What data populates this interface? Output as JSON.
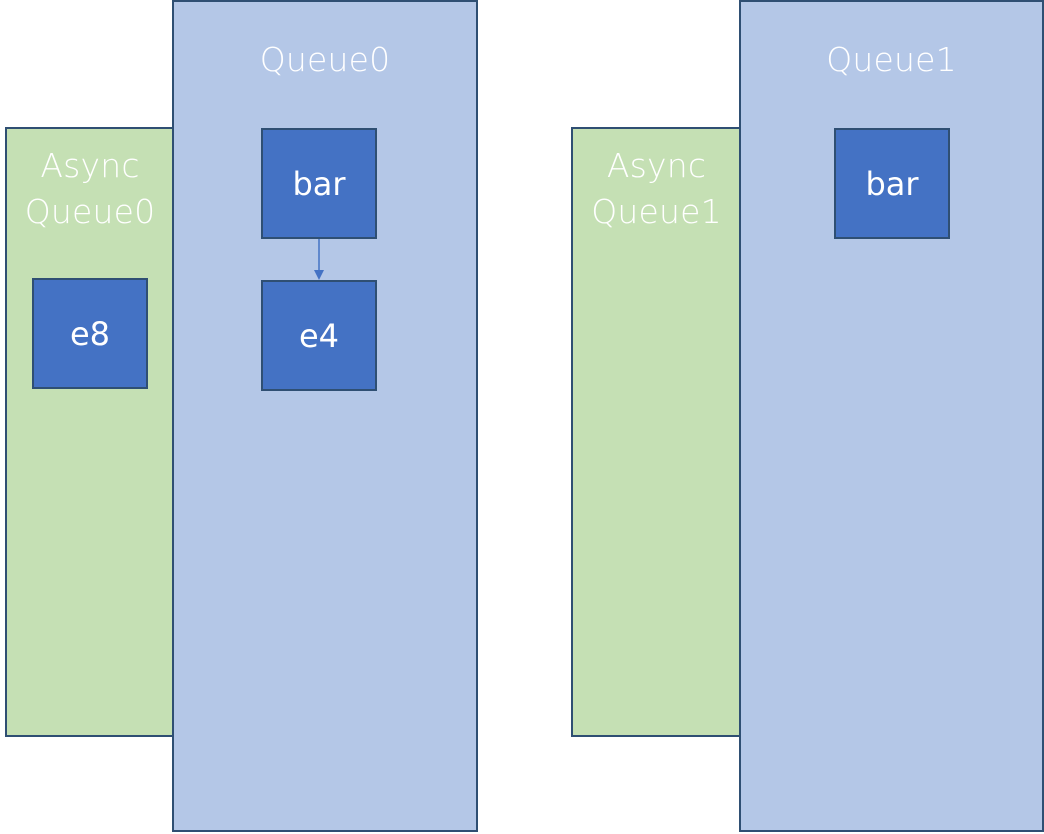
{
  "colors": {
    "async_fill": "#c5e0b4",
    "queue_fill": "#b4c7e7",
    "node_fill": "#4472c4",
    "border": "#2f4f73",
    "arrow": "#4472c4",
    "text": "#ffffff"
  },
  "group0": {
    "async_label": "Async\nQueue0",
    "queue_label": "Queue0",
    "async_nodes": [
      "e8"
    ],
    "queue_nodes": [
      "bar",
      "e4"
    ]
  },
  "group1": {
    "async_label": "Async\nQueue1",
    "queue_label": "Queue1",
    "queue_nodes": [
      "bar"
    ]
  }
}
